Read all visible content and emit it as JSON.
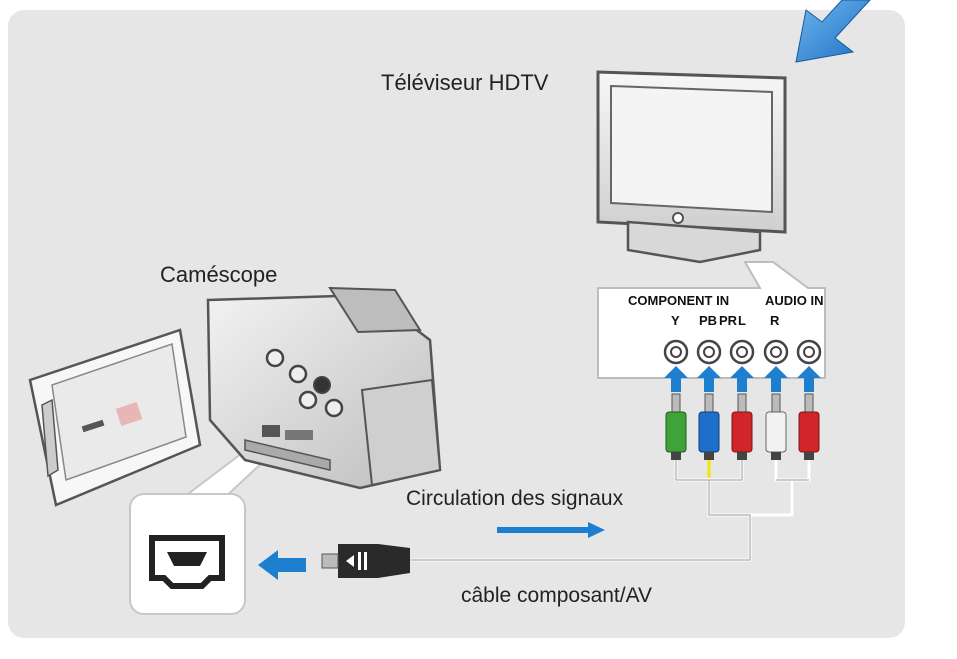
{
  "labels": {
    "tv": "Téléviseur HDTV",
    "camcorder": "Caméscope",
    "signal_flow": "Circulation des signaux",
    "cable": "câble composant/AV"
  },
  "jack_panel": {
    "component_header": "COMPONENT IN",
    "audio_header": "AUDIO IN",
    "jacks": [
      "Y",
      "PB",
      "PR",
      "L",
      "R"
    ]
  },
  "colors": {
    "background_panel": "#e6e6e6",
    "arrow_blue": "#1e7fd0",
    "plug_green": "#3fa33a",
    "plug_blue": "#1e6fc9",
    "plug_red": "#d0262a",
    "plug_white": "#f2f2f2"
  }
}
